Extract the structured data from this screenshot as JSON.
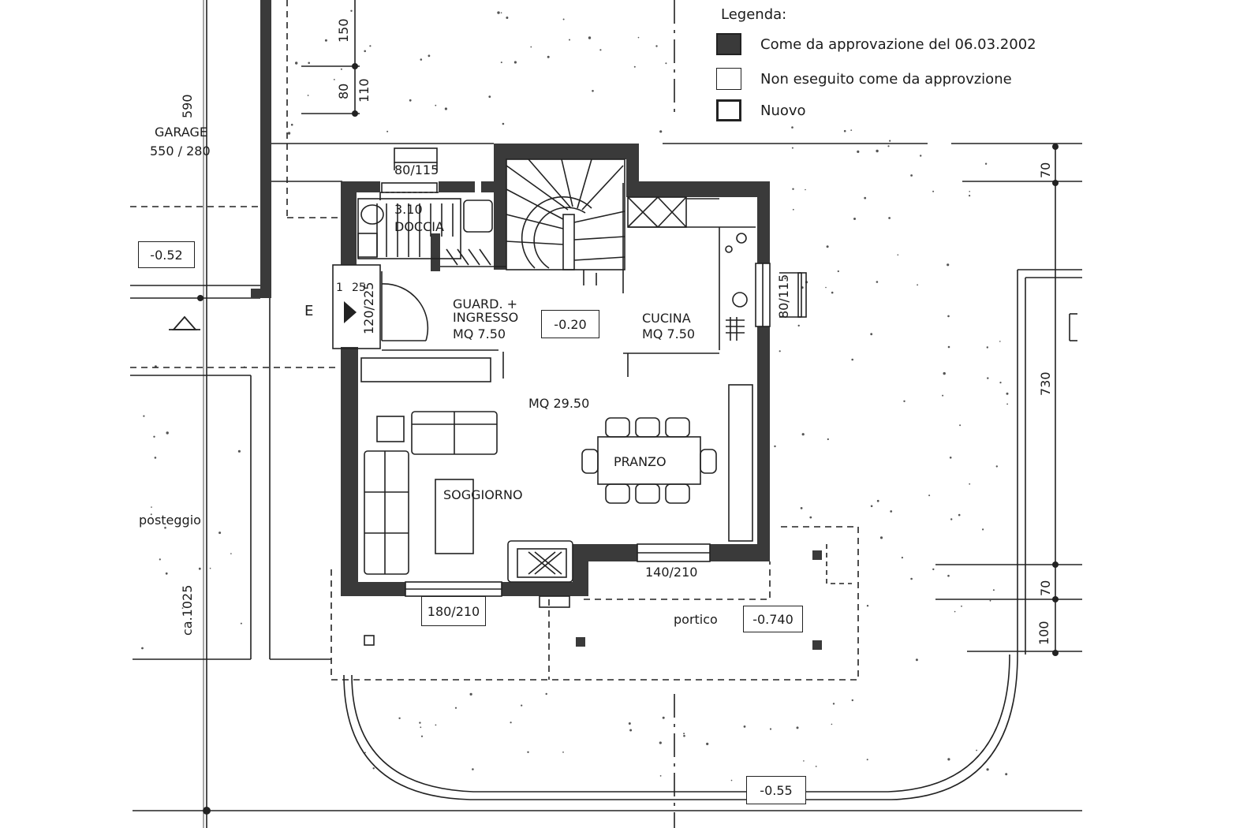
{
  "legend": {
    "title": "Legenda:",
    "items": [
      {
        "text": "Come da approvazione del 06.03.2002",
        "swatch": "dark"
      },
      {
        "text": "Non eseguito come da approvzione",
        "swatch": "outline"
      },
      {
        "text": "Nuovo",
        "swatch": "outline-bold"
      }
    ]
  },
  "rooms": {
    "garage": "GARAGE",
    "garage_size": "550 / 280",
    "doccia": "DOCCIA",
    "doccia_area": "3.10",
    "guardaroba": "GUARD. +",
    "ingresso": "INGRESSO",
    "ingresso_area": "MQ 7.50",
    "cucina": "CUCINA",
    "cucina_area": "MQ 7.50",
    "living_area": "MQ 29.50",
    "pranzo": "PRANZO",
    "soggiorno": "SOGGIORNO",
    "posteggio": "posteggio",
    "portico": "portico",
    "entrance": "E"
  },
  "levels": {
    "garage": "-0.52",
    "ingresso": "-0.20",
    "portico": "-0.740",
    "garden": "-0.55"
  },
  "openings": {
    "window_top": "80/115",
    "window_right": "80/115",
    "door_entry": "120/225",
    "door_entry_n1": "1",
    "door_entry_n2": "25",
    "window_bottom_left": "180/210",
    "window_bottom_right": "140/210"
  },
  "dimensions": {
    "d590": "590",
    "d150": "150",
    "d80": "80",
    "d110": "110",
    "d70_top": "70",
    "d730": "730",
    "d70_bottom": "70",
    "d100": "100",
    "d1025": "ca.1025"
  },
  "colors": {
    "wall": "#3a3a3a",
    "line": "#222222",
    "dot": "#555555"
  }
}
